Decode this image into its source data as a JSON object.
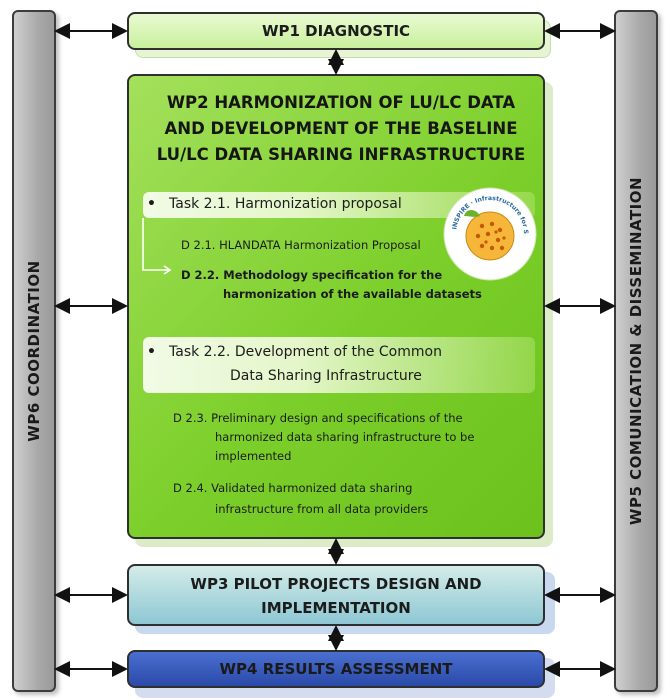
{
  "wp6": {
    "label": "WP6  COORDINATION"
  },
  "wp5": {
    "label": "WP5  COMUNICATION & DISSEMINATION"
  },
  "wp1": {
    "label": "WP1 DIAGNOSTIC"
  },
  "wp2": {
    "title_lines": [
      "WP2 HARMONIZATION OF LU/LC DATA",
      "AND DEVELOPMENT OF THE BASELINE",
      "LU/LC DATA SHARING INFRASTRUCTURE"
    ],
    "task1": "Task 2.1. Harmonization proposal",
    "d21": "D 2.1. HLANDATA Harmonization Proposal",
    "d22_line1": "D 2.2. Methodology specification for the",
    "d22_line2": "harmonization of the available datasets",
    "task2_line1": "Task 2.2. Development of the Common",
    "task2_line2": "Data Sharing Infrastructure",
    "d23_line1": "D 2.3. Preliminary design and specifications of the",
    "d23_line2": "harmonized data sharing infrastructure to be",
    "d23_line3": "implemented",
    "d24_line1": "D 2.4. Validated harmonized data sharing",
    "d24_line2": "infrastructure from all data providers",
    "bullet": "•",
    "logo_text": "INSPIRE · Infrastructure for Spatial Information in Europe"
  },
  "wp3": {
    "line1": "WP3 PILOT PROJECTS DESIGN AND",
    "line2": "IMPLEMENTATION"
  },
  "wp4": {
    "label": "WP4 RESULTS ASSESSMENT"
  },
  "colors": {
    "wp2_green": "#7ccf2a",
    "wp1_green": "#c8f09c",
    "wp3_teal": "#8ec7d4",
    "wp4_blue": "#2a4aa8",
    "side_gray": "#a9a9a9"
  }
}
